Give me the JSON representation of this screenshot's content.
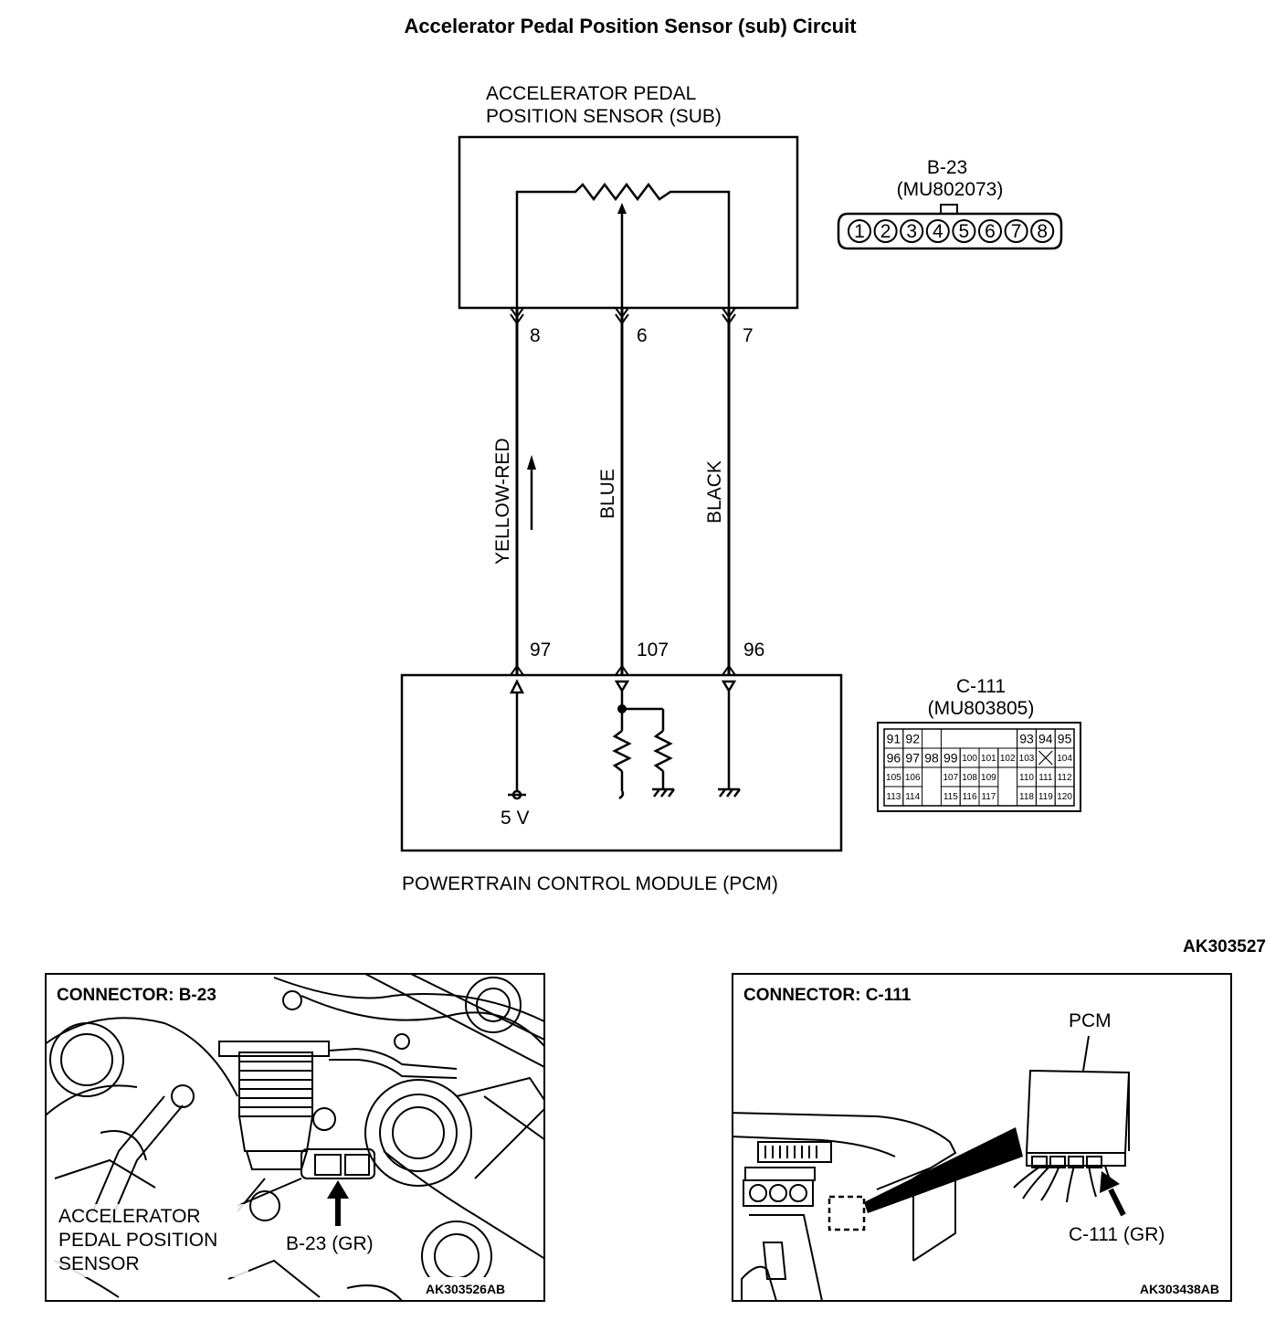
{
  "title": "Accelerator Pedal Position Sensor (sub) Circuit",
  "sensor": {
    "name_line1": "ACCELERATOR PEDAL",
    "name_line2": "POSITION SENSOR (SUB)"
  },
  "connector_b23": {
    "id": "B-23",
    "part": "(MU802073)",
    "pins": [
      "1",
      "2",
      "3",
      "4",
      "5",
      "6",
      "7",
      "8"
    ]
  },
  "wires": [
    {
      "sensor_pin": "8",
      "color": "YELLOW-RED",
      "pcm_pin": "97"
    },
    {
      "sensor_pin": "6",
      "color": "BLUE",
      "pcm_pin": "107"
    },
    {
      "sensor_pin": "7",
      "color": "BLACK",
      "pcm_pin": "96"
    }
  ],
  "pcm": {
    "label": "POWERTRAIN CONTROL MODULE (PCM)",
    "supply": "5 V"
  },
  "connector_c111": {
    "id": "C-111",
    "part": "(MU803805)",
    "rows": [
      [
        "91",
        "92",
        "",
        "",
        "",
        "",
        "",
        "93",
        "94",
        "95"
      ],
      [
        "96",
        "97",
        "98",
        "99",
        "100",
        "101",
        "102",
        "103",
        "X",
        "104"
      ],
      [
        "105",
        "106",
        "",
        "107",
        "108",
        "109",
        "",
        "110",
        "111",
        "112"
      ],
      [
        "113",
        "114",
        "",
        "115",
        "116",
        "117",
        "",
        "118",
        "119",
        "120"
      ]
    ]
  },
  "figure_code": "AK303527",
  "panel_b23": {
    "heading": "CONNECTOR: B-23",
    "label_line1": "ACCELERATOR",
    "label_line2": "PEDAL POSITION",
    "label_line3": "SENSOR",
    "callout": "B-23 (GR)",
    "code": "AK303526AB"
  },
  "panel_c111": {
    "heading": "CONNECTOR: C-111",
    "pcm_label": "PCM",
    "callout": "C-111 (GR)",
    "code": "AK303438AB"
  }
}
